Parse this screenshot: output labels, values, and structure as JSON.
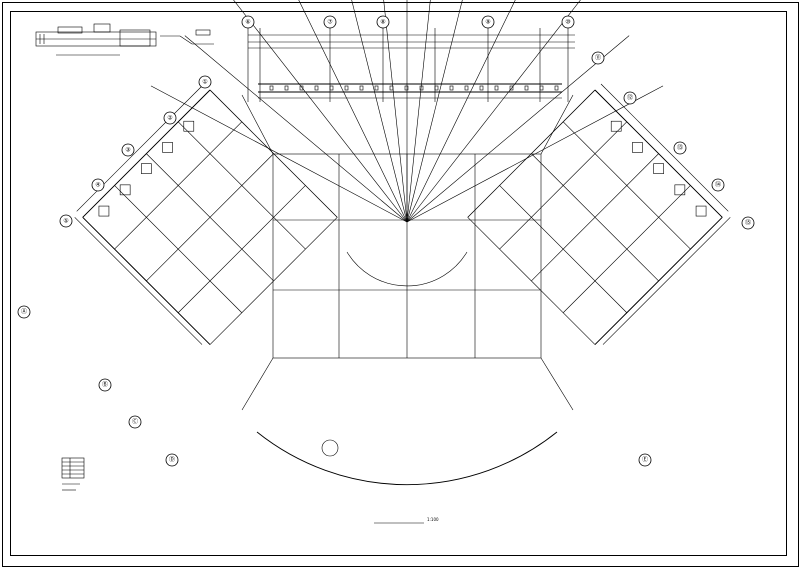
{
  "drawing": {
    "scale": "1:100"
  },
  "colors": {
    "line": "#000000",
    "title": "#1a1a8c",
    "background": "#ffffff"
  },
  "top_axes": [
    "⑥",
    "⑦",
    "⑧",
    "⑨",
    "⑩"
  ],
  "left_axes": [
    "①",
    "②",
    "③",
    "④",
    "⑤"
  ],
  "right_axes": [
    "⑪",
    "⑫",
    "⑬",
    "⑭",
    "⑮"
  ],
  "bottom_axes": [
    "Ⓐ",
    "Ⓑ",
    "Ⓒ",
    "Ⓓ",
    "Ⓔ"
  ]
}
